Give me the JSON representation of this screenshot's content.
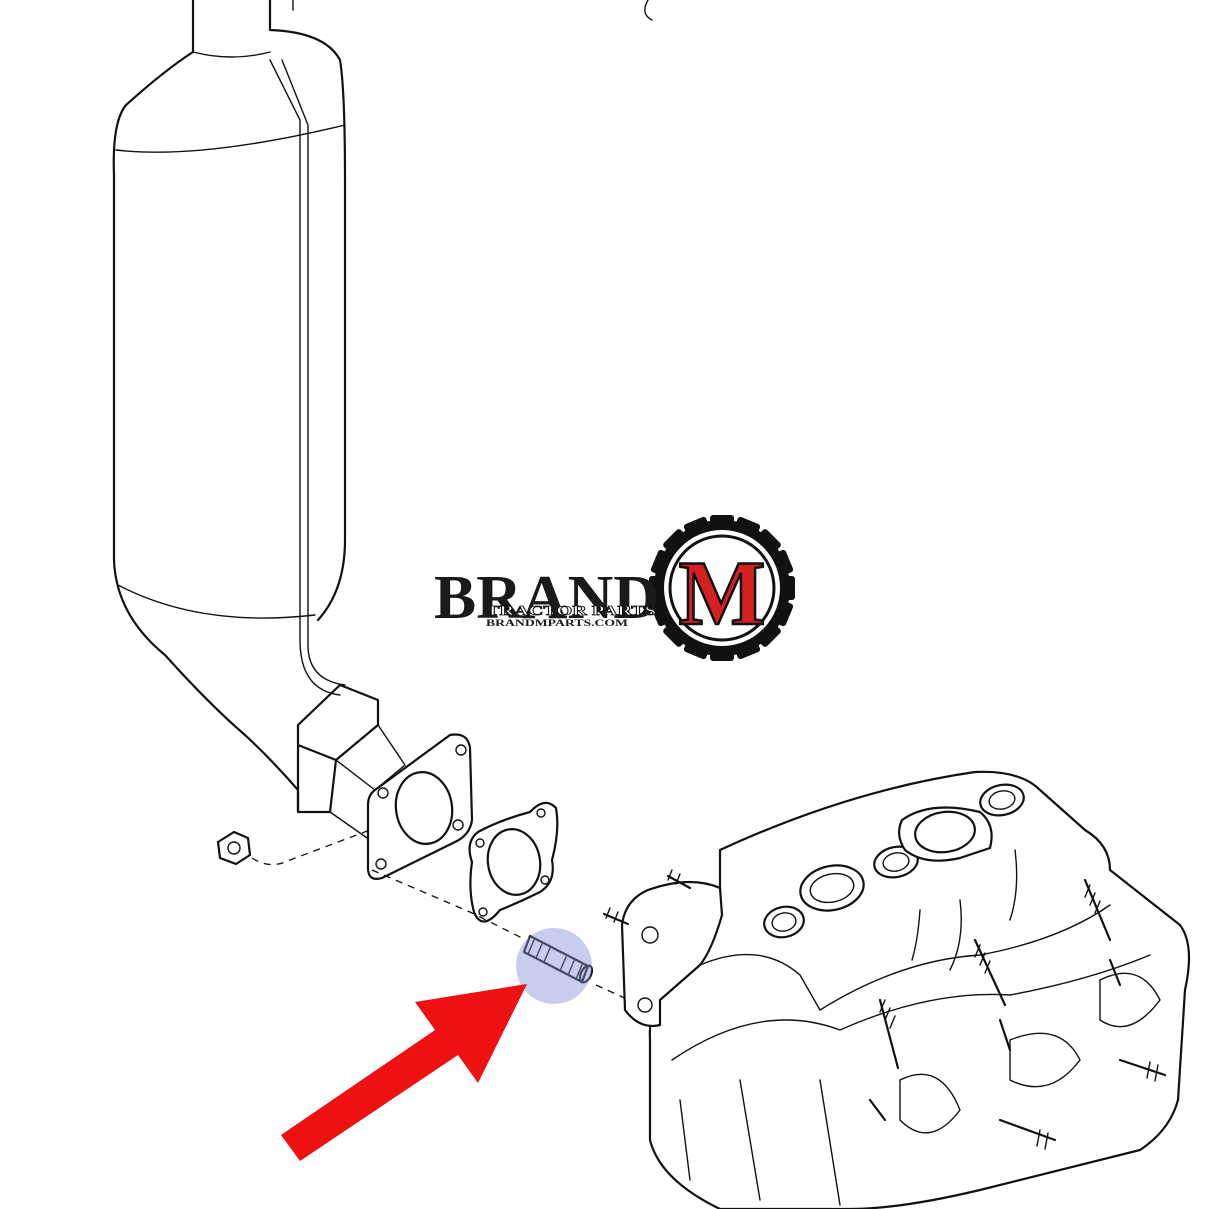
{
  "logo": {
    "word": "BRAND",
    "letter": "M",
    "tagline": "TRACTOR PARTS",
    "site": "BRANDMPARTS.COM",
    "colors": {
      "word": "#1a1a1a",
      "gear": "#111111",
      "letter": "#d42020",
      "circle": "#ffffff"
    }
  },
  "highlight": {
    "colors": {
      "arrow": "#ee1111",
      "circle": "#8890d8"
    }
  },
  "parts": [
    {
      "name": "muffler"
    },
    {
      "name": "exhaust-flange"
    },
    {
      "name": "exhaust-gasket"
    },
    {
      "name": "exhaust-stud"
    },
    {
      "name": "flange-nut"
    },
    {
      "name": "cylinder-head"
    }
  ]
}
